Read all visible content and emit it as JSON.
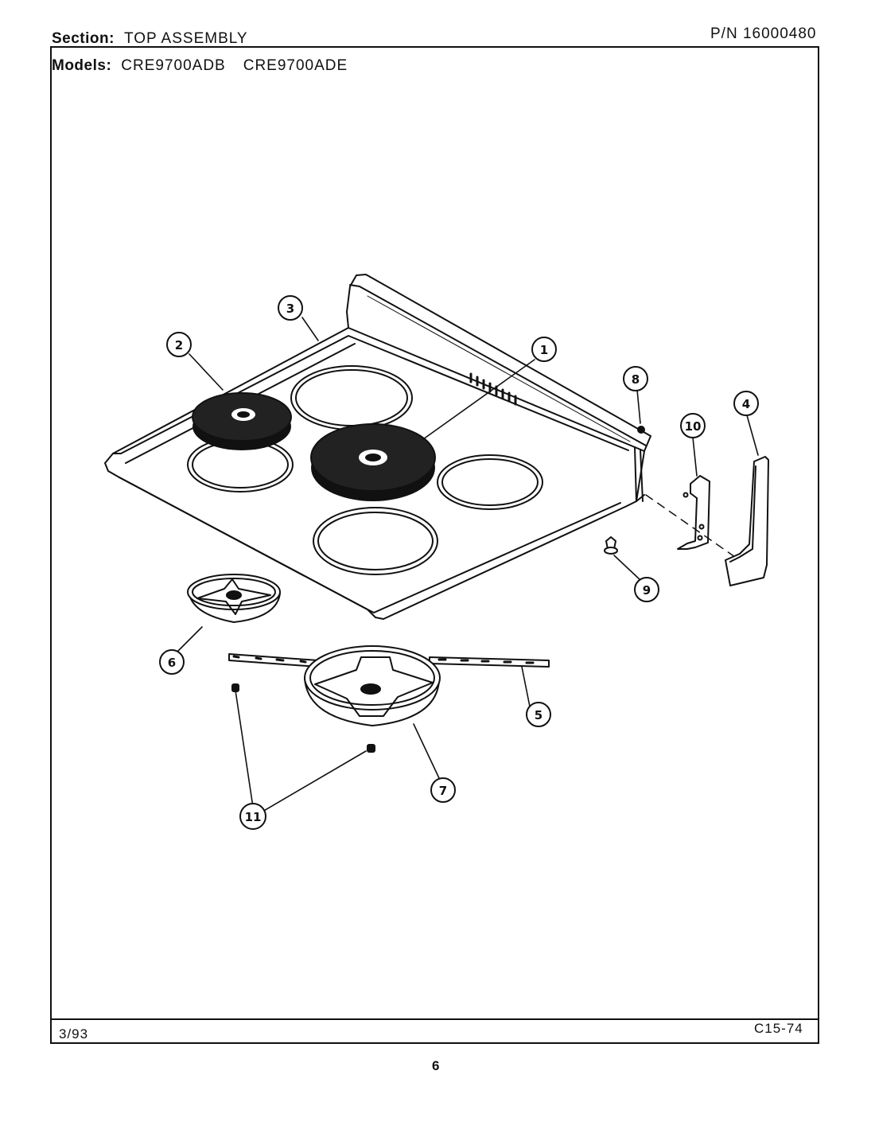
{
  "header": {
    "section_label": "Section:",
    "section_value": "TOP ASSEMBLY",
    "models_label": "Models:",
    "model_1": "CRE9700ADB",
    "model_2": "CRE9700ADE",
    "part_number": "P/N 16000480"
  },
  "footer": {
    "date": "3/93",
    "code": "C15-74",
    "page_number": "6"
  },
  "callouts": [
    "1",
    "2",
    "3",
    "4",
    "5",
    "6",
    "7",
    "8",
    "9",
    "10",
    "11"
  ]
}
